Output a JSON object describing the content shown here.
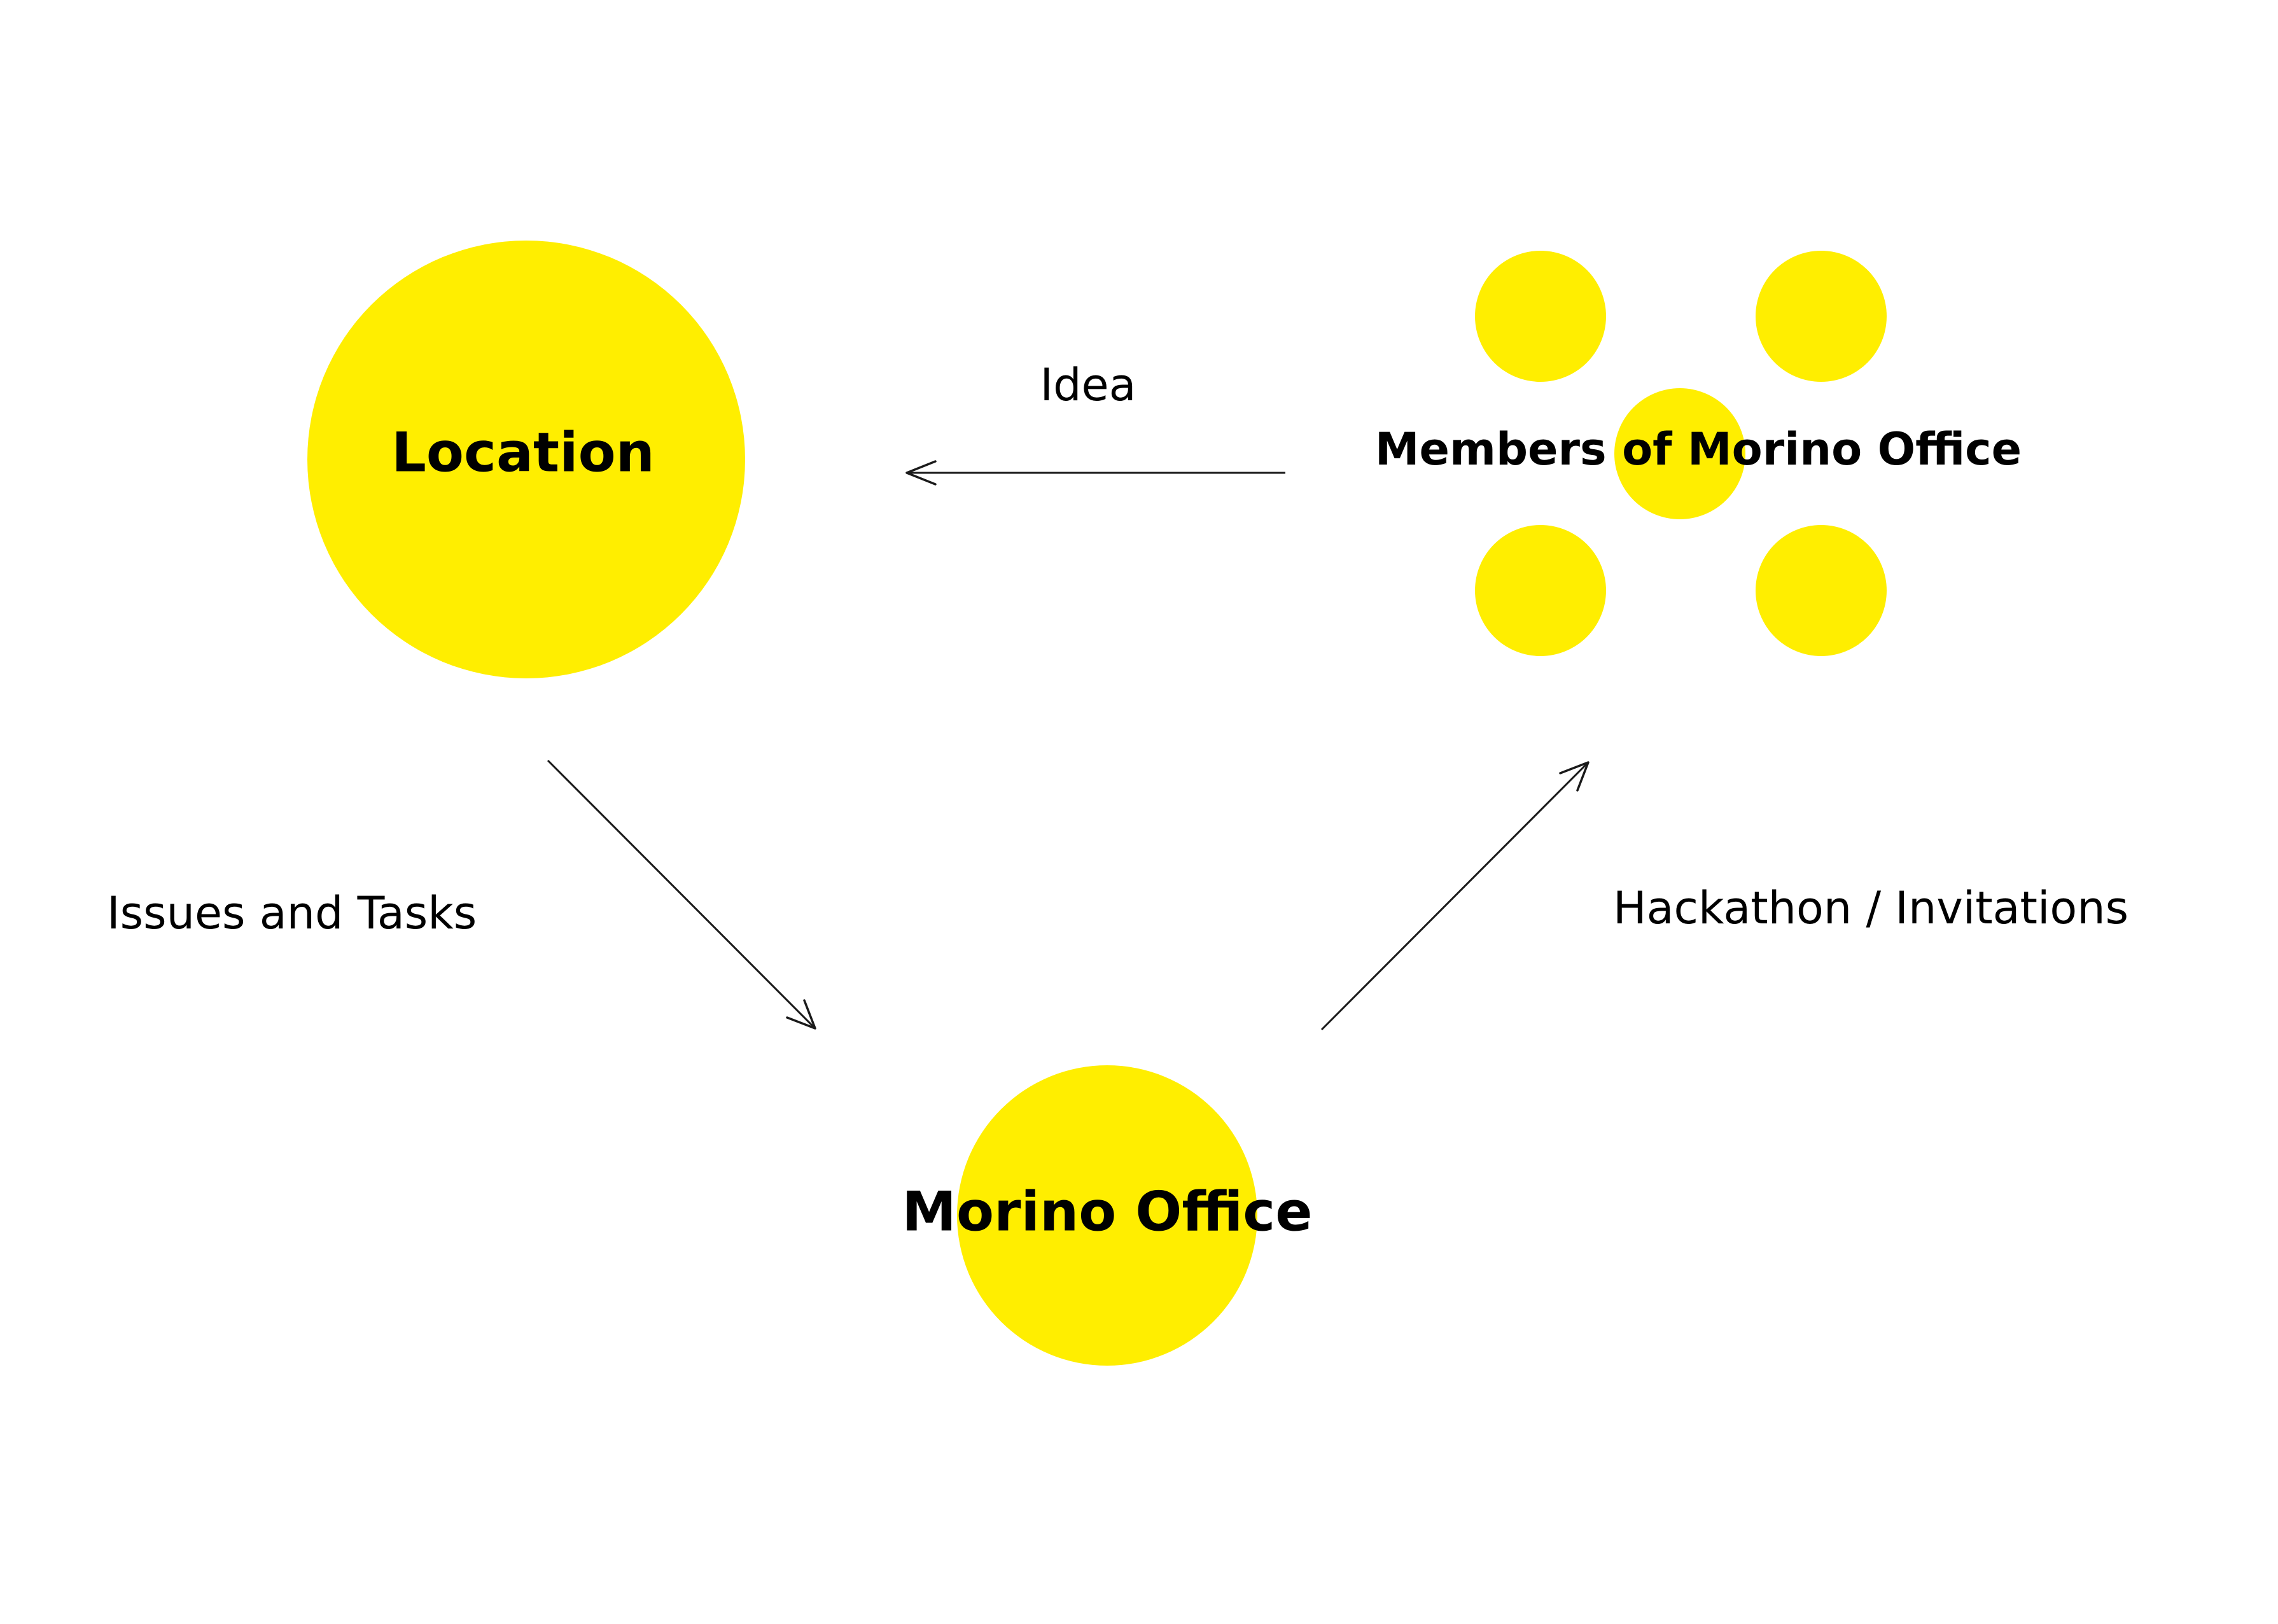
{
  "colors": {
    "background": "#ffffff",
    "node_fill": "#ffee00",
    "text": "#000000",
    "line": "#1a1a1a"
  },
  "nodes": {
    "location": {
      "label": "Location"
    },
    "members": {
      "label": "Members of Morino Office"
    },
    "morino_office": {
      "label": "Morino Office"
    }
  },
  "edges": {
    "idea": {
      "label": "Idea",
      "from": "members",
      "to": "location"
    },
    "issues_tasks": {
      "label": "Issues and Tasks",
      "from": "location",
      "to": "morino_office"
    },
    "hackathon": {
      "label": "Hackathon / Invitations",
      "from": "morino_office",
      "to": "members"
    }
  }
}
